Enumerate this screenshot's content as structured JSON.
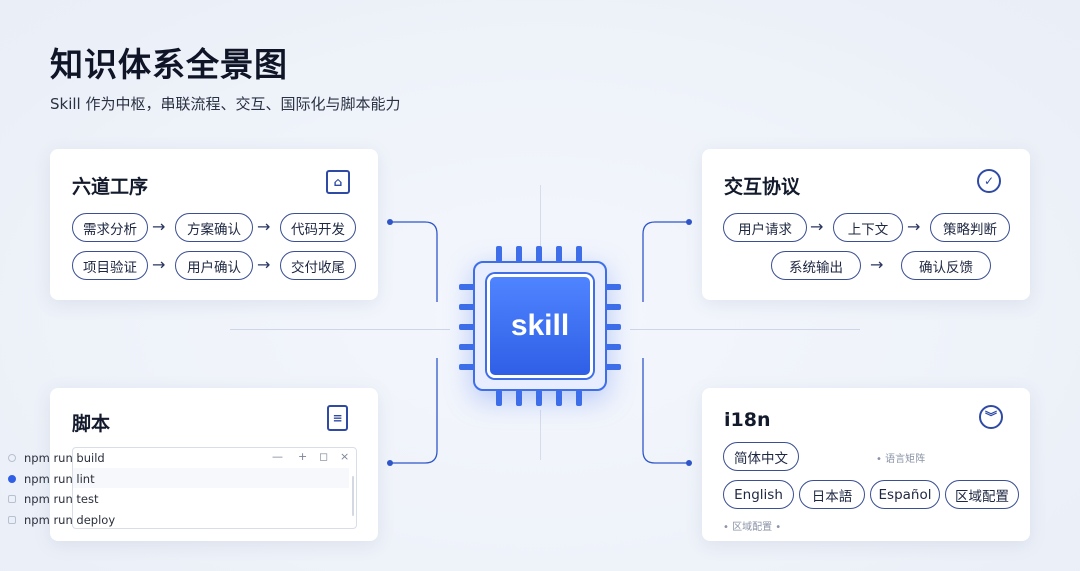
{
  "header": {
    "title": "知识体系全景图",
    "subtitle": "Skill 作为中枢，串联流程、交互、国际化与脚本能力"
  },
  "hub": {
    "label": "skill",
    "accent": "#3e6ee8"
  },
  "cards": {
    "workflow": {
      "title": "六道工序",
      "icon": "presentation-icon",
      "row1": [
        "需求分析",
        "方案确认",
        "代码开发"
      ],
      "row2": [
        "项目验证",
        "用户确认",
        "交付收尾"
      ],
      "arrow": "→"
    },
    "interaction": {
      "title": "交互协议",
      "icon": "check-circle-icon",
      "row1": [
        "用户请求",
        "上下文",
        "策略判断"
      ],
      "row2": [
        "系统输出",
        "确认反馈"
      ],
      "arrow": "→"
    },
    "scripts": {
      "title": "脚本",
      "icon": "document-icon",
      "commands": [
        "npm run build",
        "npm run lint",
        "npm run test",
        "npm run deploy"
      ],
      "controls": [
        "—",
        "+",
        "◻",
        "×"
      ]
    },
    "i18n": {
      "title": "i18n",
      "icon": "chevrons-down-icon",
      "primary": "简体中文",
      "languages": [
        "English",
        "日本語",
        "Español",
        "区域配置"
      ],
      "note1": "• 语言矩阵",
      "note2": "• 区域配置 •"
    }
  }
}
